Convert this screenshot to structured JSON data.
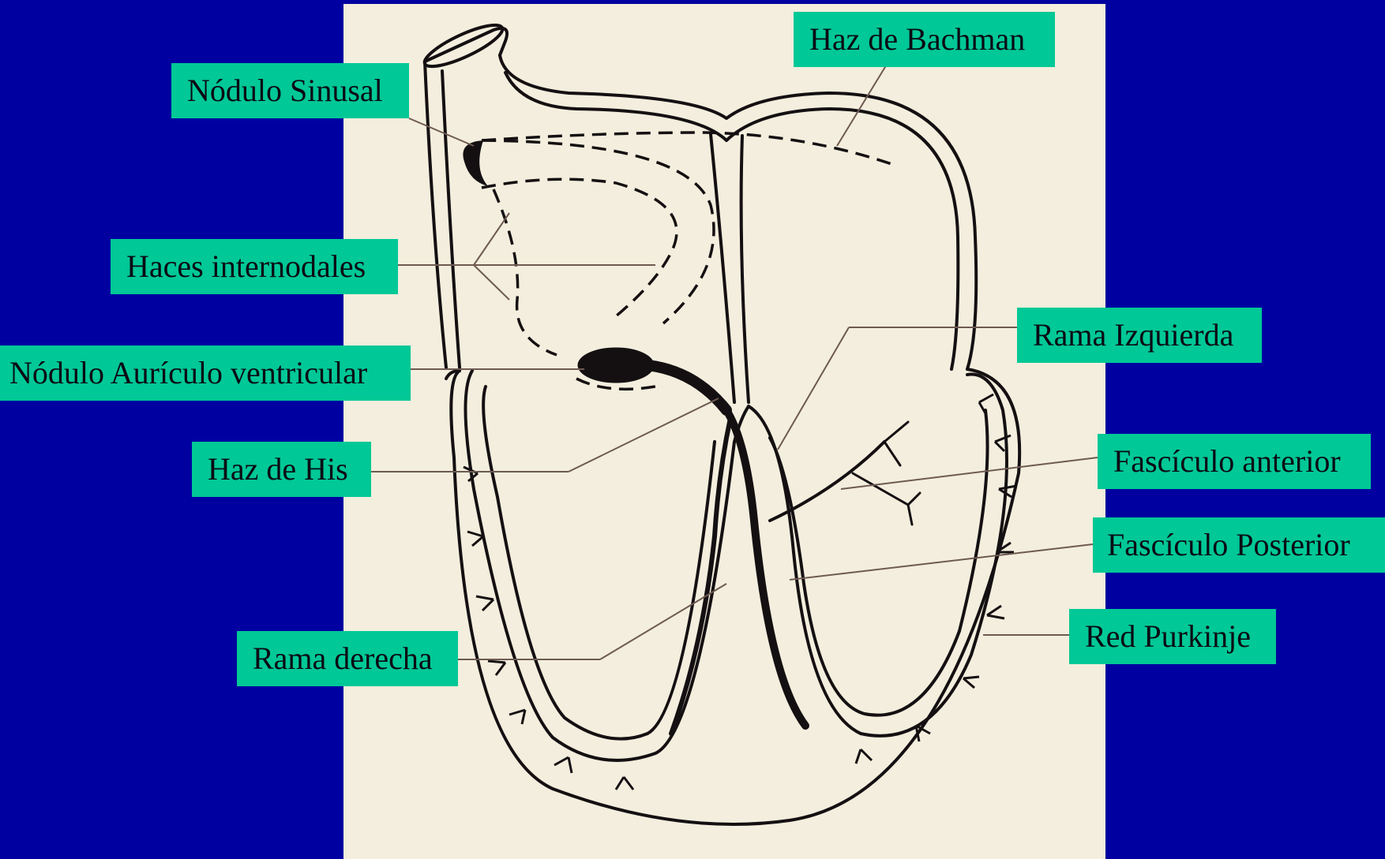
{
  "colors": {
    "background": "#0000a0",
    "panel": "#f3eedd",
    "label_bg": "#00c896",
    "ink": "#141012",
    "leader": "#6e5a52"
  },
  "labels": {
    "sinus_node": "Nódulo Sinusal",
    "bachman_bundle": "Haz de Bachman",
    "internodal_bundles": "Haces internodales",
    "av_node": "Nódulo Aurículo ventricular",
    "his_bundle": "Haz de His",
    "right_branch": "Rama derecha",
    "left_branch": "Rama Izquierda",
    "anterior_fascicle": "Fascículo anterior",
    "posterior_fascicle": "Fascículo Posterior",
    "purkinje_network": "Red Purkinje"
  }
}
